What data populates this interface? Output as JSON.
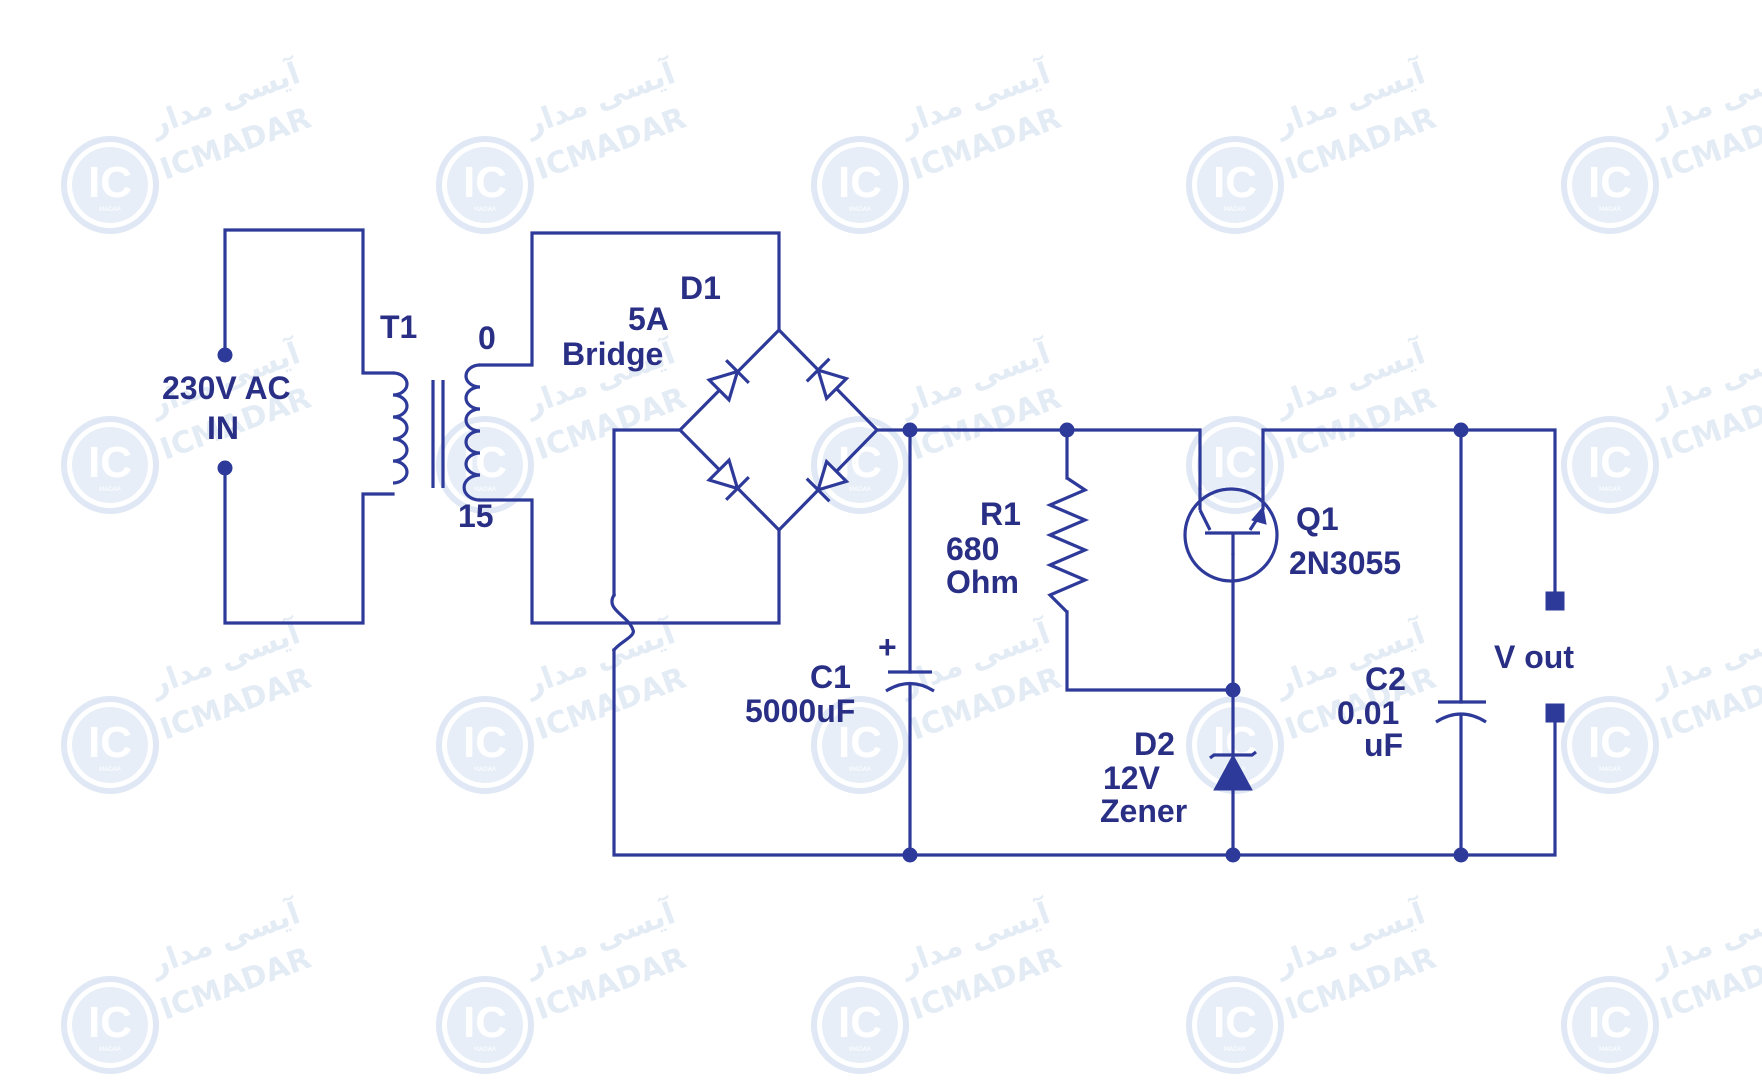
{
  "watermark": {
    "logo_text": "IC",
    "logo_subtext": "MADAR",
    "brand_latin": "ICMADAR",
    "brand_persian": "آیسی مدار"
  },
  "labels": {
    "ac_in_line1": "230V AC",
    "ac_in_line2": "IN",
    "t1": "T1",
    "tap_top": "0",
    "tap_bottom": "15",
    "d1_name": "D1",
    "d1_rating": "5A",
    "d1_type": "Bridge",
    "r1_name": "R1",
    "r1_value": "680",
    "r1_unit": "Ohm",
    "q1_name": "Q1",
    "q1_part": "2N3055",
    "c1_name": "C1",
    "c1_value": "5000uF",
    "c1_polarity": "+",
    "d2_name": "D2",
    "d2_value": "12V",
    "d2_type": "Zener",
    "c2_name": "C2",
    "c2_value": "0.01",
    "c2_unit": "uF",
    "vout": "V out"
  },
  "colors": {
    "wire": "#2e3a9a",
    "text": "#2a2f86",
    "watermark": "#e3ebf5",
    "background": "#ffffff"
  }
}
